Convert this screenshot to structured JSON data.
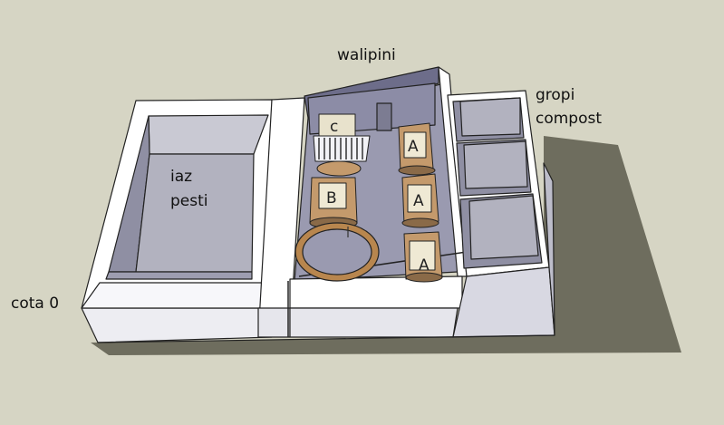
{
  "labels": {
    "walipini": "walipini",
    "gropi_line1": "gropi",
    "gropi_line2": "compost",
    "iaz_line1": "iaz",
    "iaz_line2": "pesti",
    "cota": "cota 0"
  },
  "containers": {
    "c": "c",
    "b": "B",
    "a1": "A",
    "a2": "A",
    "a3": "A"
  },
  "colors": {
    "background": "#d6d5c4",
    "shadow": "#6e6d5e",
    "wall_white": "#ffffff",
    "wall_side": "#e4e4ea",
    "floor_gray": "#a9a9b6",
    "floor_dark": "#7c7c92",
    "greenhouse_wall": "#8e8ea6",
    "pot_brown": "#c49a6c",
    "ring_brown": "#b8864e"
  }
}
